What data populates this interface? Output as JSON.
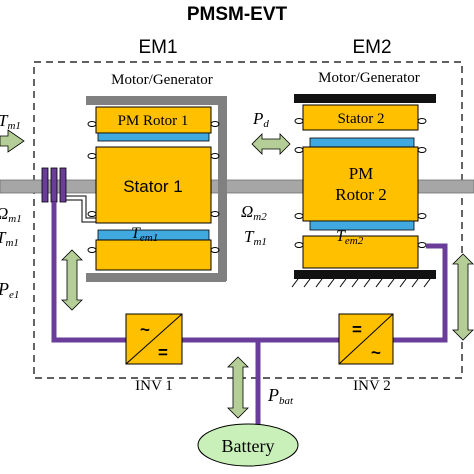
{
  "title": "PMSM-EVT",
  "em1": {
    "label": "EM1",
    "role": "Motor/Generator",
    "rotor_label": "PM Rotor 1",
    "stator_label": "Stator 1",
    "torque_sym": "T",
    "torque_sub": "em1"
  },
  "em2": {
    "label": "EM2",
    "role": "Motor/Generator",
    "stator_label": "Stator 2",
    "rotor_label_line1": "PM",
    "rotor_label_line2": "Rotor 2",
    "torque_sym": "T",
    "torque_sub": "em2"
  },
  "left": {
    "tin_sym": "T",
    "tin_sub": "m1",
    "omega_sym": "Ω",
    "omega_sub": "m1",
    "tm_sym": "T",
    "tm_sub": "m1",
    "pe_sym": "P",
    "pe_sub": "e1"
  },
  "middle": {
    "pd_sym": "P",
    "pd_sub": "d",
    "omega_sym": "Ω",
    "omega_sub": "m2",
    "tm_sym": "T",
    "tm_sub": "m1"
  },
  "inv1": {
    "label": "INV 1",
    "top_symbol": "~",
    "bottom_symbol": "="
  },
  "inv2": {
    "label": "INV 2",
    "top_symbol": "=",
    "bottom_symbol": "~"
  },
  "battery": {
    "label": "Battery",
    "p_sym": "P",
    "p_sub": "bat"
  },
  "colors": {
    "stator": "#FFC000",
    "magnet": "#3FA9E0",
    "arrow": "#B5CE98",
    "bus": "#6A3D9A",
    "battery": "#C8F0B8",
    "frame": "#808080",
    "shaft": "#A6A6A6"
  }
}
